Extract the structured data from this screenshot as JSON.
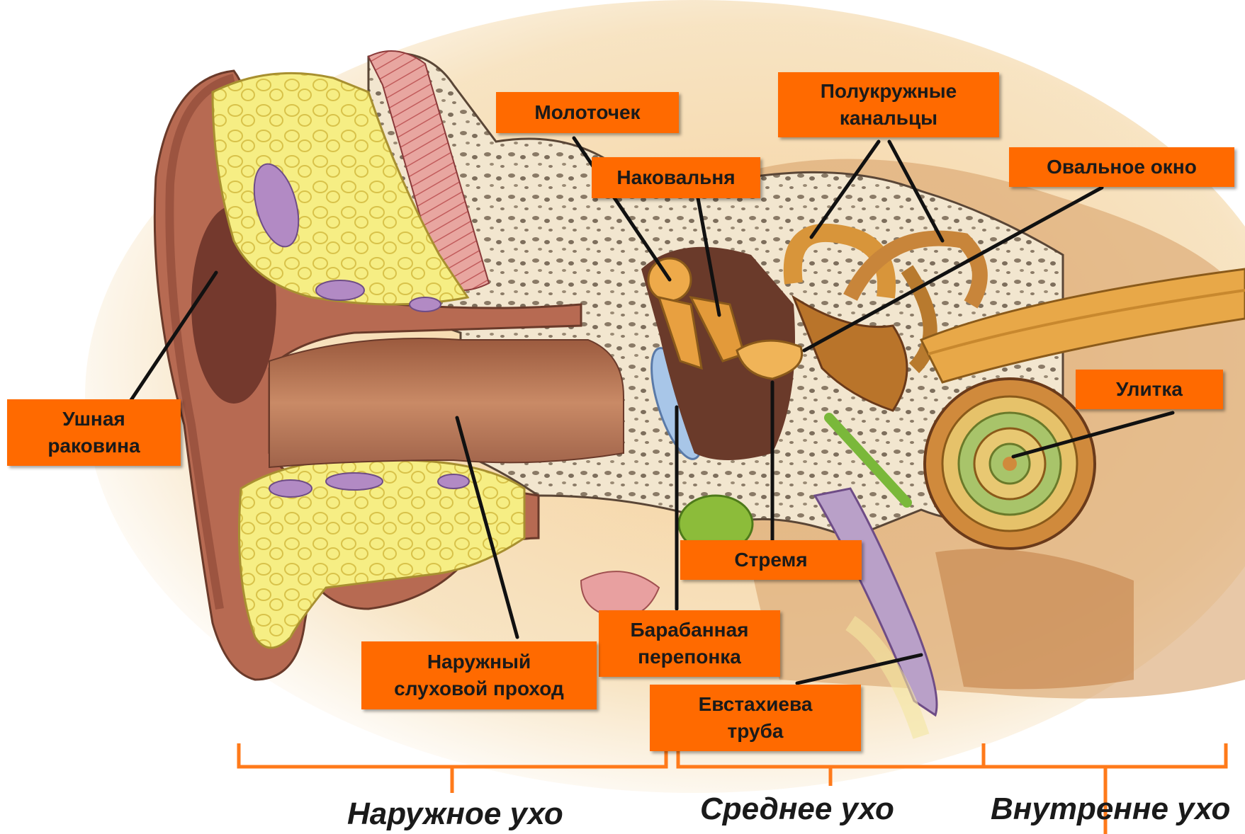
{
  "labels": {
    "malleus": "Молоточек",
    "semicircular_1": "Полукружные",
    "semicircular_2": "канальцы",
    "incus": "Наковальня",
    "oval_window": "Овальное окно",
    "auricle_1": "Ушная",
    "auricle_2": "раковина",
    "cochlea": "Улитка",
    "stapes": "Стремя",
    "eardrum_1": "Барабанная",
    "eardrum_2": "перепонка",
    "canal_1": "Наружный",
    "canal_2": "слуховой проход",
    "eustachian_1": "Евстахиева",
    "eustachian_2": "труба"
  },
  "sections": {
    "outer": "Наружное ухо",
    "middle": "Среднее ухо",
    "inner": "Внутренне ухо"
  },
  "colors": {
    "label_bg": "#ff6a00",
    "bracket": "#ff7a1a",
    "leader": "#111111"
  }
}
